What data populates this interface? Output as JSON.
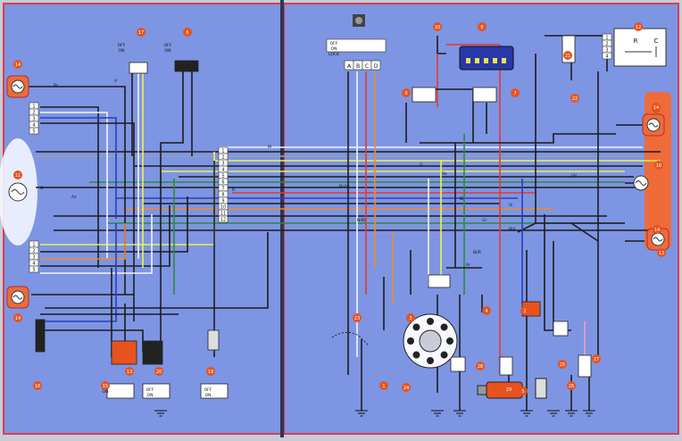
{
  "diagram": {
    "colors": {
      "page_bg": "#7d95e3",
      "page_border": "#d8404c",
      "gutter": "#2f3650",
      "callout": "#e6531f",
      "callout_text": "#ffffff",
      "highlight_band": "#ef6b3a",
      "wire_black": "#1d1d1d",
      "wire_yellow": "#f2f04a",
      "wire_white": "#f4f4f4",
      "wire_green": "#2e8a3a",
      "wire_red": "#e63a2a",
      "wire_blue": "#2a3fb8",
      "wire_orange": "#f08a2c",
      "wire_grey": "#9aa0ad",
      "wire_pink": "#f0a0b4"
    },
    "component_numbers": [
      "14",
      "17",
      "6",
      "11",
      "14",
      "13",
      "15",
      "20",
      "18",
      "19",
      "14",
      "13",
      "10",
      "8",
      "12",
      "21",
      "22",
      "14",
      "16",
      "14",
      "9",
      "7",
      "23",
      "3",
      "4",
      "1",
      "24",
      "2",
      "25",
      "26",
      "27",
      "28",
      "29",
      "5"
    ],
    "wire_codes": [
      "V",
      "N",
      "Bc",
      "R",
      "Az",
      "Bl",
      "G",
      "Gr",
      "Vi",
      "M",
      "Ro",
      "J/V",
      "N/Bl",
      "Bl/R",
      "Bc/Vi",
      "Bl/J",
      "Ar"
    ],
    "terminal_labels": {
      "harness_block": [
        "1",
        "2",
        "3",
        "4",
        "5",
        "6",
        "7",
        "8",
        "9",
        "10",
        "11",
        "12"
      ],
      "ignition_switch": [
        "A",
        "B",
        "C",
        "D"
      ],
      "relay": [
        "R",
        "C"
      ]
    },
    "switch_tables": [
      {
        "id": "17",
        "rows": [
          "OFF",
          "ON"
        ]
      },
      {
        "id": "6",
        "rows": [
          "OFF",
          "ON"
        ]
      },
      {
        "id": "13",
        "rows": [
          "OFF",
          "ON"
        ]
      },
      {
        "id": "20",
        "rows": [
          "OFF",
          "ON"
        ]
      },
      {
        "id": "19",
        "rows": [
          "OFF",
          "ON"
        ]
      },
      {
        "id": "11",
        "rows": [
          "OFF",
          "ON",
          "LOCK"
        ]
      }
    ]
  }
}
